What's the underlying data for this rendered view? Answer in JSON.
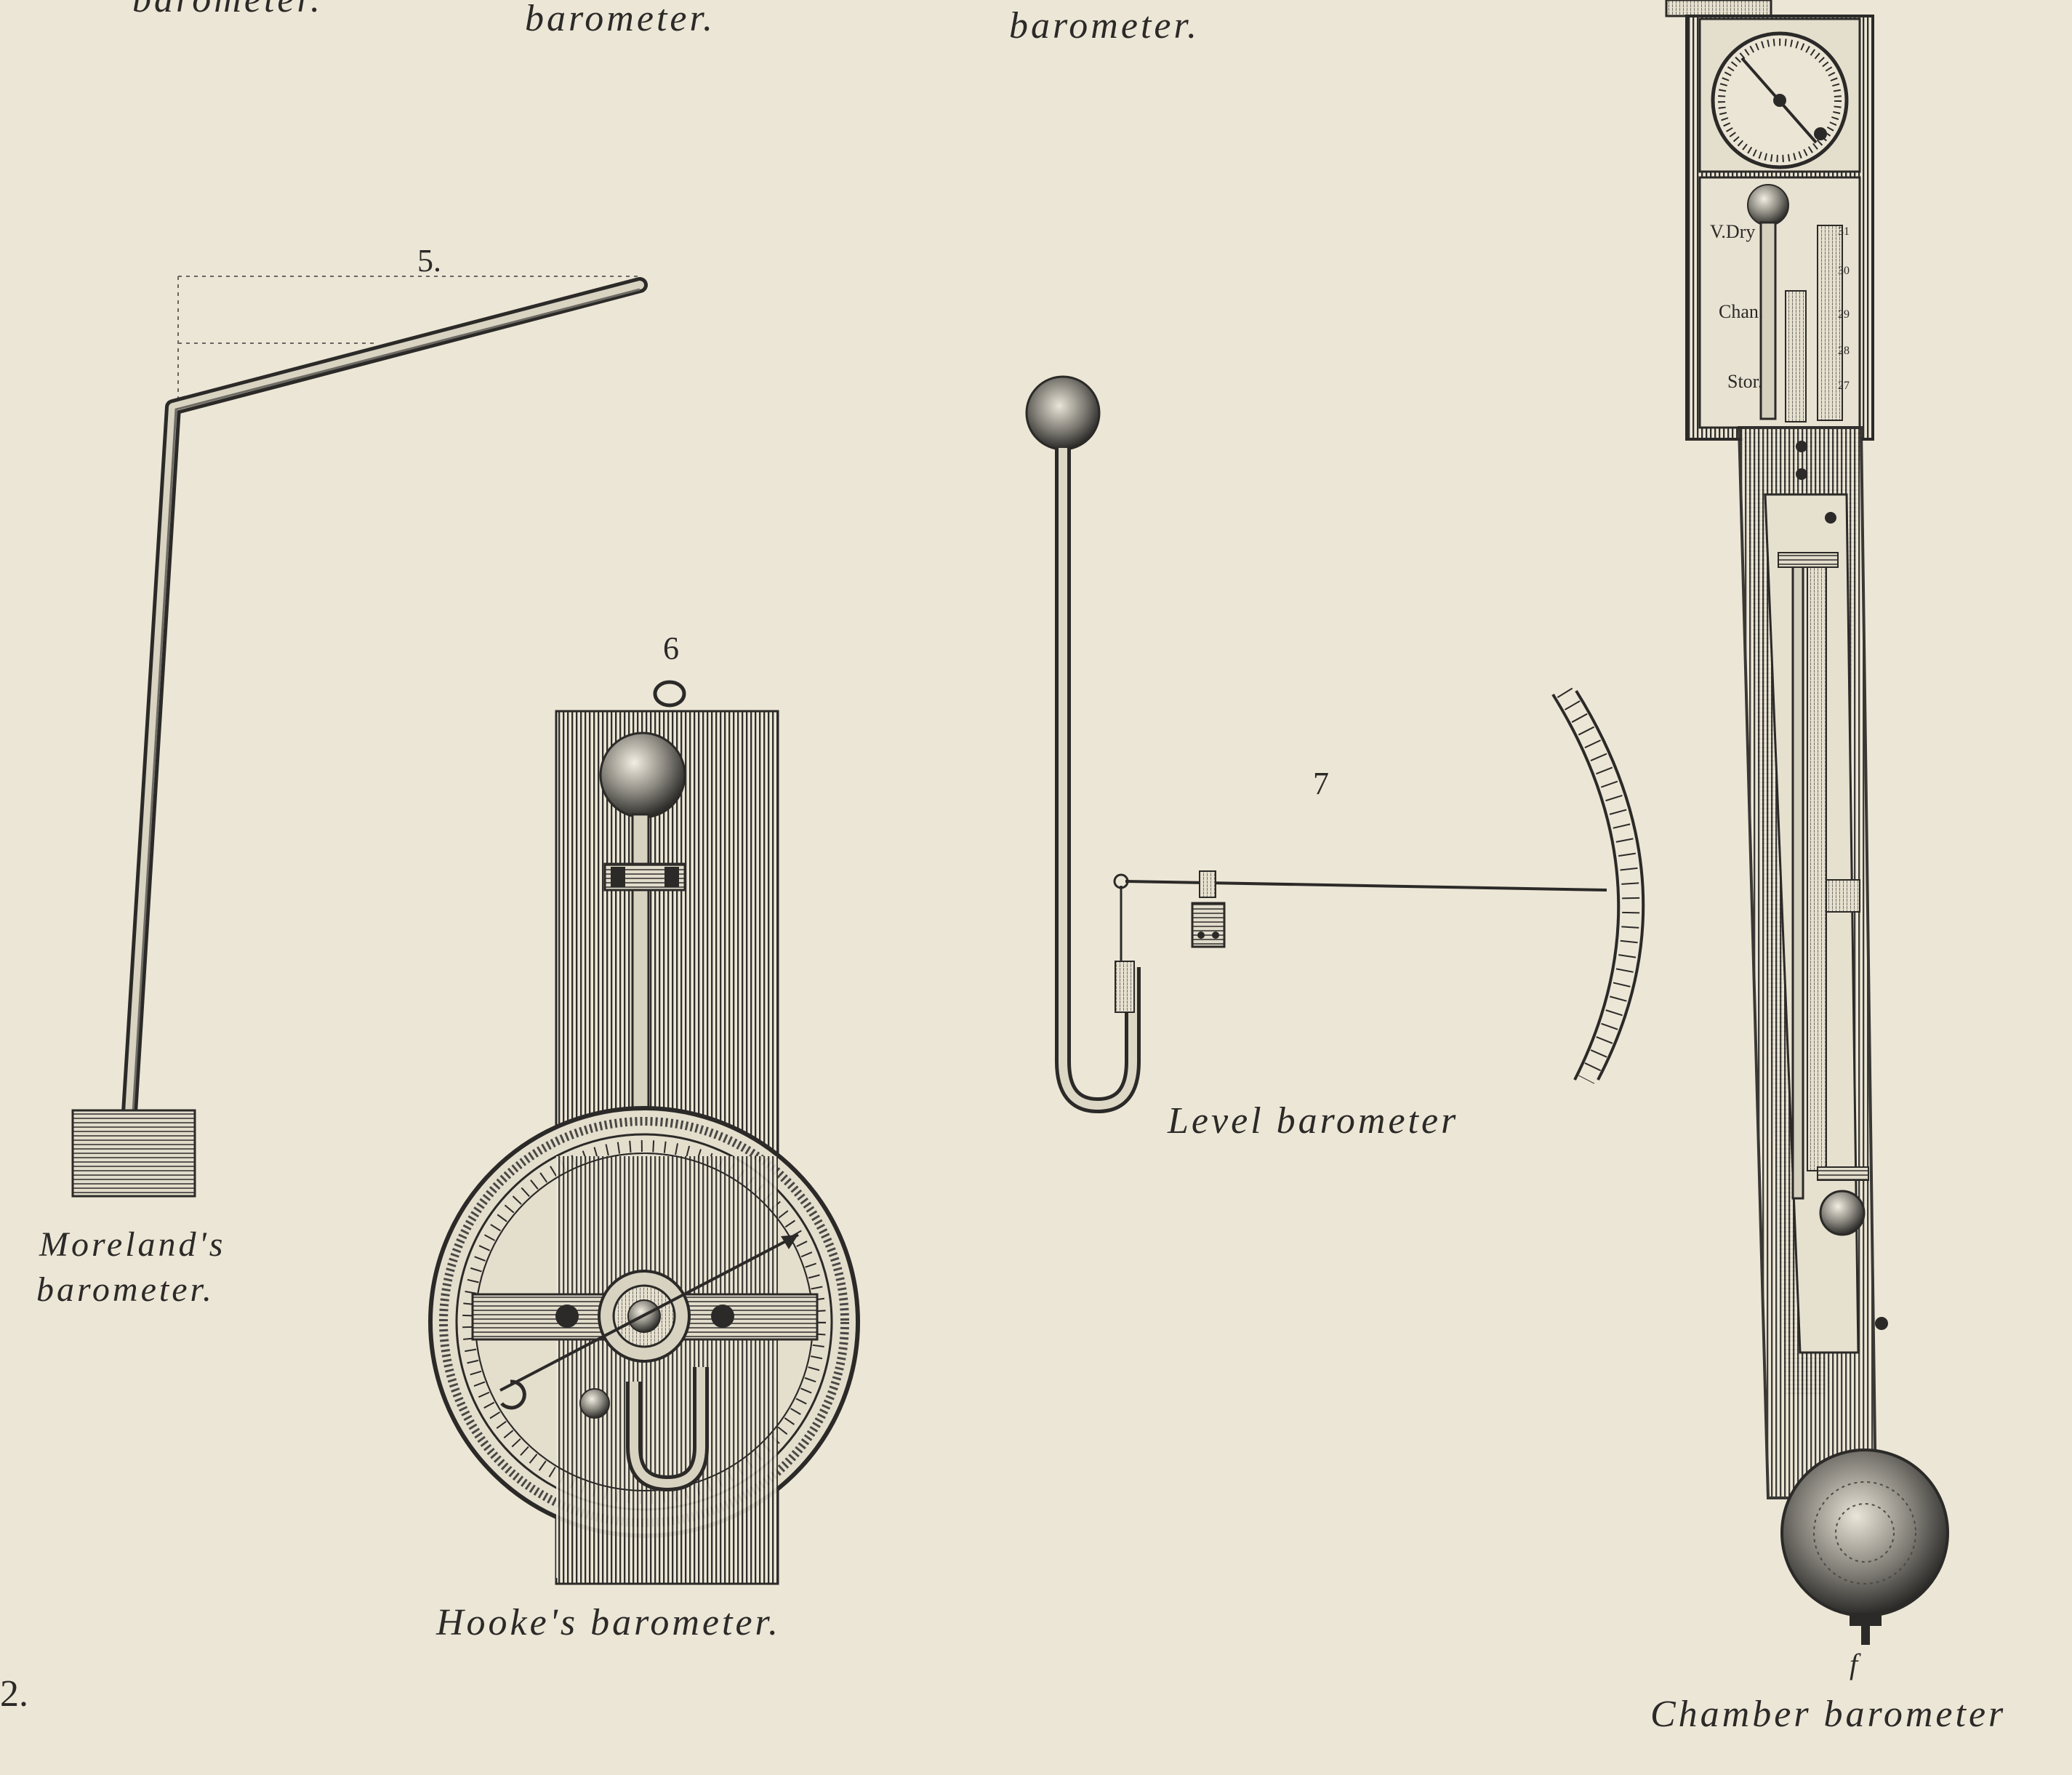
{
  "top_captions": [
    "barometer.",
    "barometer.",
    "barometer."
  ],
  "figures": [
    {
      "number": "5.",
      "caption_line1": "Moreland's",
      "caption_line2": "barometer."
    },
    {
      "number": "6",
      "caption": "Hooke's  barometer."
    },
    {
      "number": "7",
      "caption": "Level  barometer"
    },
    {
      "caption": "Chamber  barometer",
      "letter": "f",
      "dial_labels": [
        "V.Dry",
        "Chan.",
        "Stor."
      ],
      "scale_numbers": [
        "31",
        "30",
        "29",
        "28",
        "27"
      ]
    }
  ],
  "plate_number": "2.",
  "colors": {
    "paper": "#ece6d6",
    "ink": "#2b2a28"
  }
}
